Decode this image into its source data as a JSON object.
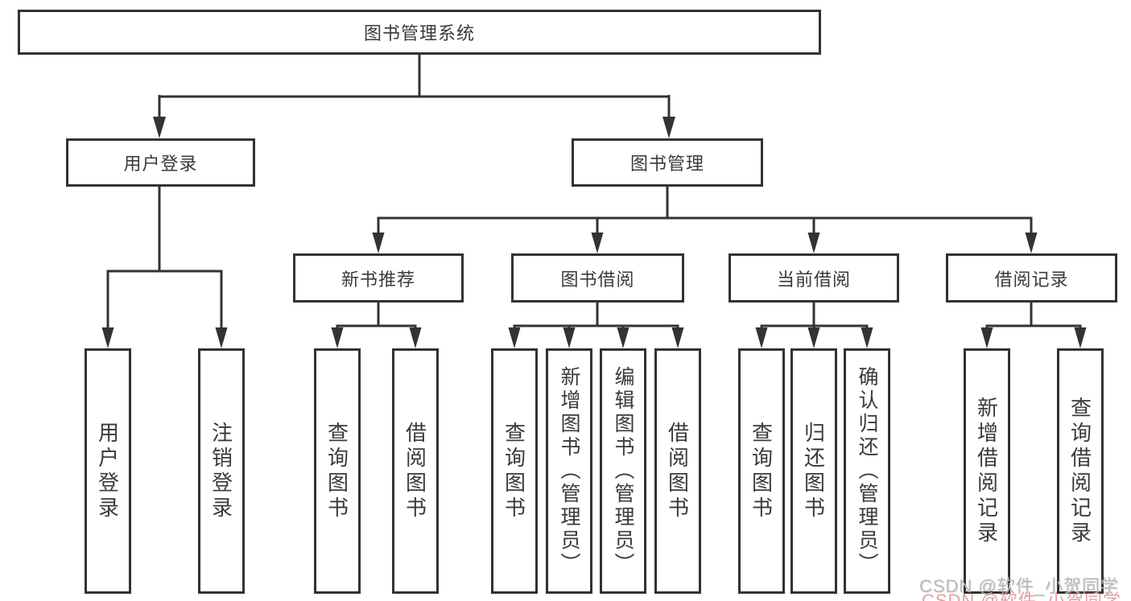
{
  "diagram": {
    "root": "图书管理系统",
    "level2": {
      "left": "用户登录",
      "right": "图书管理"
    },
    "level3": [
      "新书推荐",
      "图书借阅",
      "当前借阅",
      "借阅记录"
    ],
    "leaves": {
      "user": [
        "用户登录",
        "注销登录"
      ],
      "recommend": [
        "查询图书",
        "借阅图书"
      ],
      "borrow": [
        "查询图书",
        "新增图书（管理员）",
        "编辑图书（管理员）",
        "借阅图书"
      ],
      "current": [
        "查询图书",
        "归还图书",
        "确认归还（管理员）"
      ],
      "records": [
        "新增借阅记录",
        "查询借阅记录"
      ]
    }
  },
  "colors": {
    "line": "#333333",
    "box_border": "#323232",
    "text": "#3a3a3a",
    "watermark_gray": "#b9b9b9",
    "watermark_red": "#cd505a",
    "background": "#ffffff"
  },
  "watermark": {
    "text": "CSDN @软件_小贺同学"
  }
}
